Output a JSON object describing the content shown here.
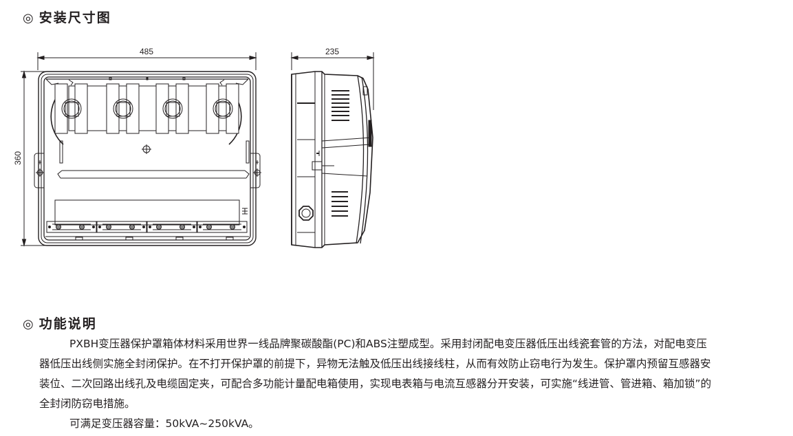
{
  "sections": {
    "install": {
      "bullet": "◎",
      "title": "安装尺寸图"
    },
    "function": {
      "bullet": "◎",
      "title": "功能说明"
    }
  },
  "drawings": {
    "front_view": {
      "width_label": "485",
      "height_label": "360"
    },
    "side_view": {
      "depth_label": "235"
    }
  },
  "description": {
    "paragraph1": "PXBH变压器保护罩箱体材料采用世界一线品牌聚碳酸酯(PC)和ABS注塑成型。采用封闭配电变压器低压出线瓷套管的方法，对配电变压器低压出线侧实施全封闭保护。在不打开保护罩的前提下，异物无法触及低压出线接线柱，从而有效防止窃电行为发生。保护罩内预留互感器安装位、二次回路出线孔及电缆固定夹，可配合多功能计量配电箱使用，实现电表箱与电流互感器分开安装，可实施“线进管、管进箱、箱加锁”的全封闭防窃电措施。",
    "paragraph2": "可满足变压器容量：50kVA~250kVA。"
  }
}
